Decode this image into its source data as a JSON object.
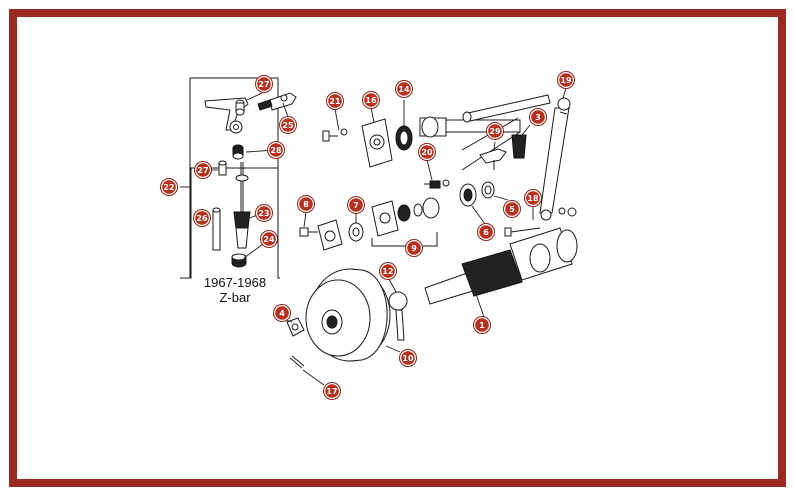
{
  "colors": {
    "frame": "#9b2b22",
    "badge_fill": "#b8311f",
    "badge_ring": "#ffffff",
    "badge_outline": "#8a2418",
    "background": "#ffffff",
    "ink": "#1a1a1a"
  },
  "inset": {
    "caption_line1": "1967-1968",
    "caption_line2": "Z-bar"
  },
  "callouts": [
    {
      "label": "1"
    },
    {
      "label": "4"
    },
    {
      "label": "5"
    },
    {
      "label": "6"
    },
    {
      "label": "7"
    },
    {
      "label": "8"
    },
    {
      "label": "9"
    },
    {
      "label": "10"
    },
    {
      "label": "12"
    },
    {
      "label": "14"
    },
    {
      "label": "16"
    },
    {
      "label": "17"
    },
    {
      "label": "18"
    },
    {
      "label": "19"
    },
    {
      "label": "20"
    },
    {
      "label": "21"
    },
    {
      "label": "22"
    },
    {
      "label": "23"
    },
    {
      "label": "24"
    },
    {
      "label": "25"
    },
    {
      "label": "26"
    },
    {
      "label": "27"
    },
    {
      "label": "27"
    },
    {
      "label": "28"
    },
    {
      "label": "29"
    },
    {
      "label": "3"
    }
  ]
}
